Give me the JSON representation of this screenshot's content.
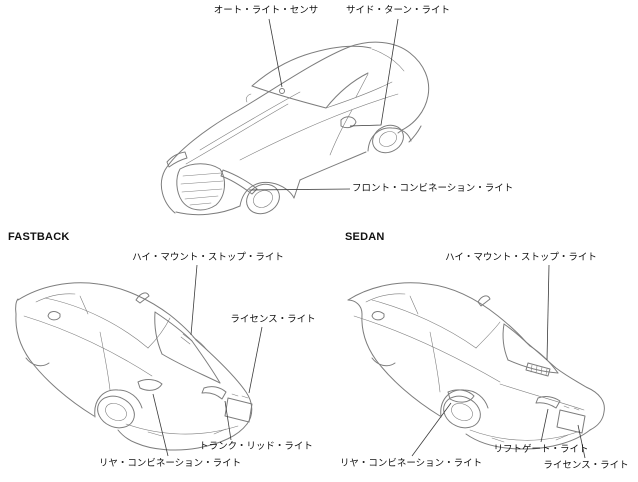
{
  "colors": {
    "background": "#ffffff",
    "car_line": "#7d7d7d",
    "callout_line": "#3c3c3c",
    "text": "#111111"
  },
  "front_view": {
    "labels": {
      "auto_light_sensor": "オート・ライト・センサ",
      "side_turn_light": "サイド・ターン・ライト",
      "front_combination_light": "フロント・コンビネーション・ライト"
    }
  },
  "fastback_view": {
    "title": "FASTBACK",
    "labels": {
      "high_mount_stop_light": "ハイ・マウント・ストップ・ライト",
      "license_light": "ライセンス・ライト",
      "trunk_lid_light": "トランク・リッド・ライト",
      "rear_combination_light": "リヤ・コンビネーション・ライト"
    }
  },
  "sedan_view": {
    "title": "SEDAN",
    "labels": {
      "high_mount_stop_light": "ハイ・マウント・ストップ・ライト",
      "liftgate_light": "リフトゲート・ライト",
      "rear_combination_light": "リヤ・コンビネーション・ライト",
      "license_light": "ライセンス・ライト"
    }
  }
}
